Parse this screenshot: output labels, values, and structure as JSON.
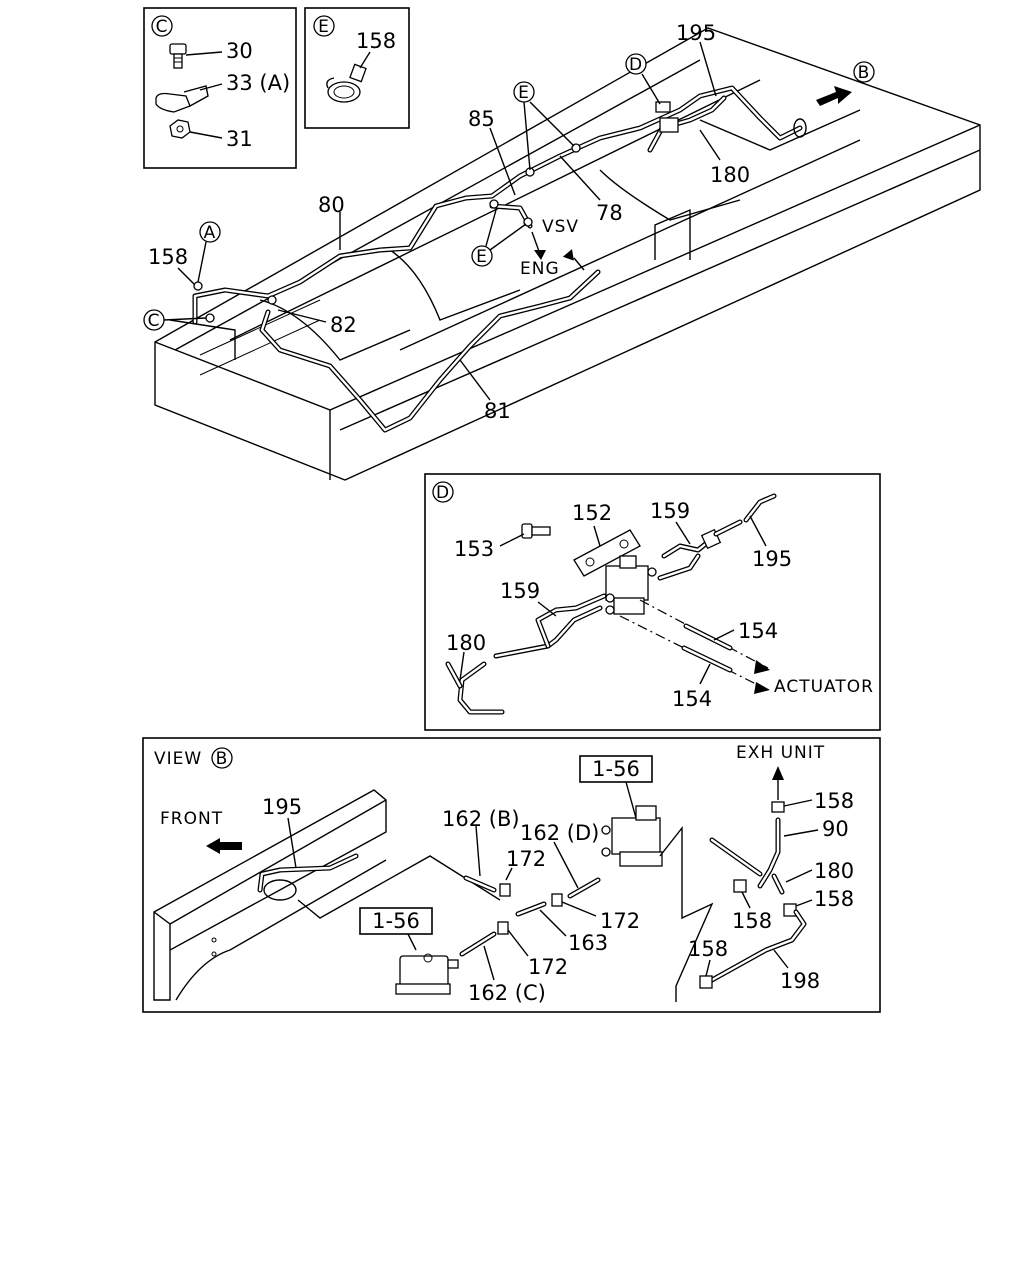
{
  "callouts": {
    "c_box": [
      "30",
      "33 (A)",
      "31"
    ],
    "e_box": [
      "158"
    ],
    "main": [
      "195",
      "85",
      "78",
      "180",
      "80",
      "158",
      "82",
      "81"
    ],
    "d_box": [
      "152",
      "159",
      "153",
      "195",
      "159",
      "180",
      "154",
      "154"
    ],
    "view_b": [
      "195",
      "162 (B)",
      "162 (D)",
      "172",
      "172",
      "163",
      "172",
      "162 (C)",
      "158",
      "90",
      "180",
      "158",
      "158",
      "158",
      "198"
    ]
  },
  "refs": {
    "box_c": "1-56",
    "box_main": "1-56"
  },
  "markers": {
    "C": "C",
    "E": "E",
    "D": "D",
    "B": "B",
    "A": "A"
  },
  "text": {
    "vsv": "VSV",
    "eng": "ENG",
    "actuator": "ACTUATOR",
    "view": "VIEW",
    "front": "FRONT",
    "exh_unit": "EXH UNIT"
  }
}
